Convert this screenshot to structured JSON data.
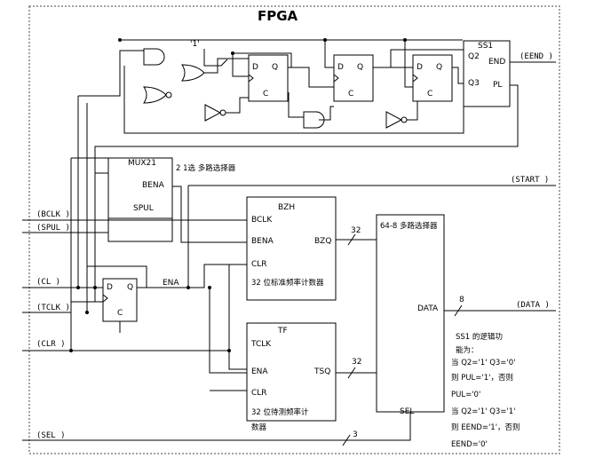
{
  "title": "FPGA",
  "ports": {
    "bclk": "(BCLK )",
    "spul": "(SPUL )",
    "cl": "(CL )",
    "tclk": "(TCLK )",
    "clr": "(CLR )",
    "sel": "(SEL )",
    "eend": "(EEND )",
    "start": "(START )",
    "data": "(DATA )"
  },
  "top_constant": "'1'",
  "flipflop": {
    "d": "D",
    "q": "Q",
    "c": "C"
  },
  "ss1": {
    "name": "SS1",
    "q2": "Q2",
    "q3": "Q3",
    "end": "END",
    "pl": "PL"
  },
  "mux21": {
    "name": "MUX21",
    "bena": "BENA",
    "spul": "SPUL",
    "desc": "2 1选 多路选择器"
  },
  "bzh": {
    "name": "BZH",
    "bclk": "BCLK",
    "bena": "BENA",
    "clr": "CLR",
    "bzq": "BZQ",
    "desc": "32 位标准频率计数器"
  },
  "tf": {
    "name": "TF",
    "tclk": "TCLK",
    "ena": "ENA",
    "clr": "CLR",
    "tsq": "TSQ",
    "desc1": "32 位待测频率计",
    "desc2": "数器"
  },
  "mux64": {
    "desc": "64-8 多路选择器",
    "data": "DATA",
    "sel": "SEL"
  },
  "ena_label": "ENA",
  "bus": {
    "b32a": "32",
    "b32b": "32",
    "b8": "8",
    "b3": "3"
  },
  "note": {
    "l1": "SS1 的逻辑功",
    "l2": "能为：",
    "l3": "当 Q2='1' Q3='0'",
    "l4": "则 PUL='1'，否则",
    "l5": "PUL='0'",
    "l6": "当 Q2='1' Q3='1'",
    "l7": "则 EEND='1'，否则",
    "l8": "EEND='0'"
  }
}
